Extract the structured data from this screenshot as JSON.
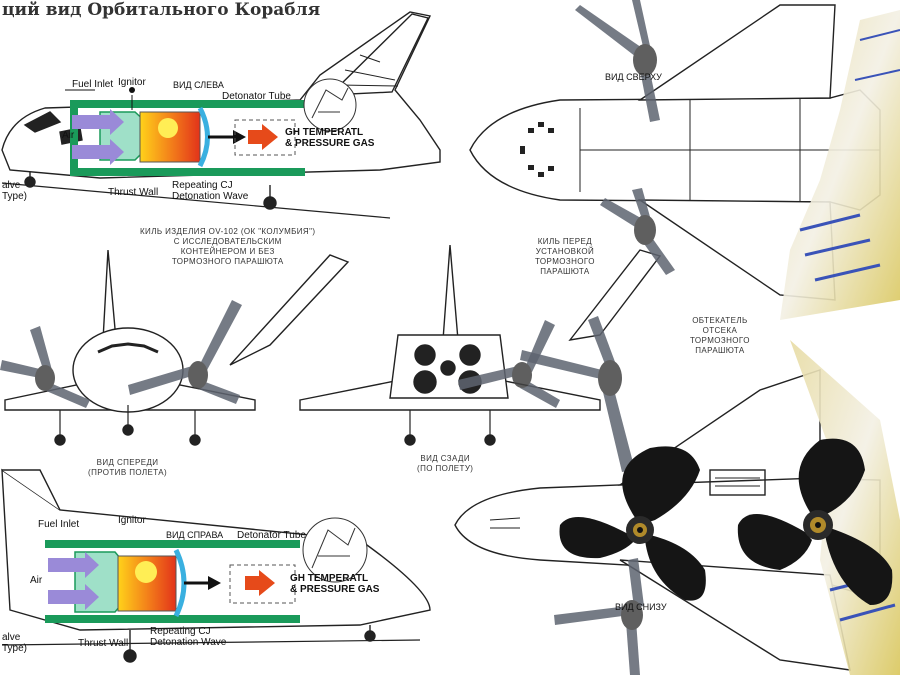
{
  "title": "ций вид Орбитального Корабля",
  "engine_labels": {
    "fuel_inlet": "Fuel Inlet",
    "ignitor": "Ignitor",
    "detonator_tube": "Detonator Tube",
    "air": "Air",
    "valve_type": "alve\nType)",
    "thrust_wall": "Thrust Wall",
    "repeating_cj": "Repeating CJ",
    "detonation_wave": "Detonation Wave",
    "high_temp_gas": "GH TEMPERATL\n& PRESSURE GAS"
  },
  "view_labels": {
    "left_view": "ВИД СЛЕВА",
    "right_view": "ВИД СПРАВА",
    "top_view": "ВИД СВЕРХУ",
    "bottom_view": "ВИД СНИЗУ",
    "front_view": "ВИД СПЕРЕДИ\n(ПРОТИВ ПОЛЕТА)",
    "rear_view": "ВИД СЗАДИ\n(ПО ПОЛЕТУ)"
  },
  "annotations": {
    "fin_with_container": "КИЛЬ ИЗДЕЛИЯ OV-102 (ОК \"КОЛУМБИЯ\")\nС ИССЛЕДОВАТЕЛЬСКИМ\nКОНТЕЙНЕРОМ И БЕЗ\nТОРМОЗНОГО ПАРАШЮТА",
    "fin_before_chute": "КИЛЬ ПЕРЕД\nУСТАНОВКОЙ\nТОРМОЗНОГО\nПАРАШЮТА",
    "chute_fairing": "ОБТЕКАТЕЛЬ\nОТСЕКА\nТОРМОЗНОГО\nПАРАШЮТА"
  },
  "colors": {
    "tube_green": "#1a9a5a",
    "air_purple": "#9a8ad8",
    "hot_red": "#e64a1a",
    "hot_yellow": "#ffd21a",
    "line_dark": "#222222",
    "prop_black": "#151515",
    "prop_gray": "#5e6470",
    "map_gold": "#c9b23a"
  }
}
